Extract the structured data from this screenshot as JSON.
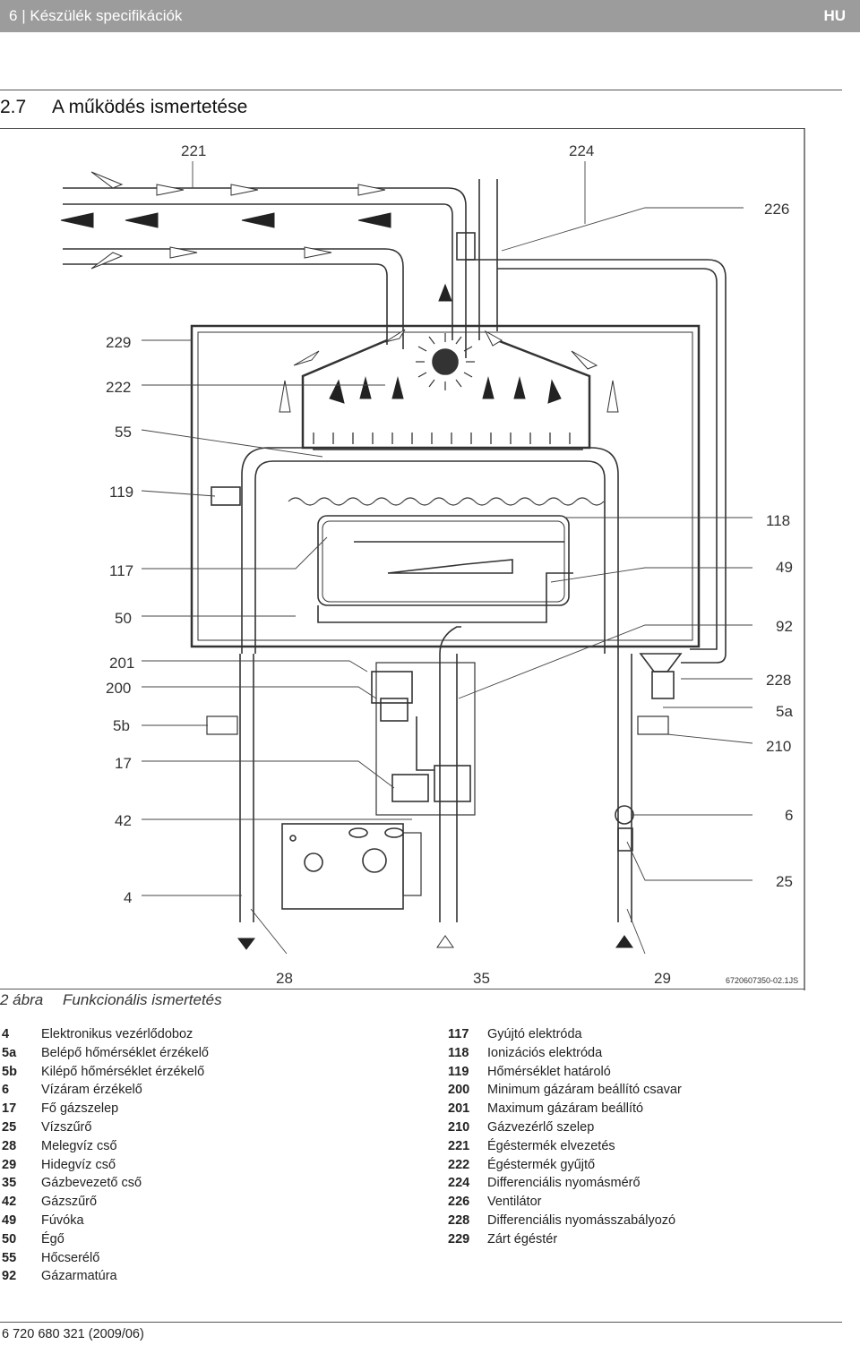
{
  "header": {
    "page_number": "6",
    "separator": "|",
    "section": "Készülék specifikációk",
    "language": "HU"
  },
  "section": {
    "number": "2.7",
    "title": "A működés ismertetése"
  },
  "diagram": {
    "code": "6720607350-02.1JS",
    "labels": {
      "l4": "4",
      "l5a": "5a",
      "l5b": "5b",
      "l6": "6",
      "l17": "17",
      "l25": "25",
      "l28": "28",
      "l29": "29",
      "l35": "35",
      "l42": "42",
      "l49": "49",
      "l50": "50",
      "l55": "55",
      "l92": "92",
      "l117": "117",
      "l118": "118",
      "l119": "119",
      "l200": "200",
      "l201": "201",
      "l210": "210",
      "l221": "221",
      "l222": "222",
      "l224": "224",
      "l226": "226",
      "l228": "228",
      "l229": "229"
    }
  },
  "figure": {
    "number": "2 ábra",
    "caption": "Funkcionális ismertetés"
  },
  "legend_left": [
    {
      "code": "4",
      "text": "Elektronikus vezérlődoboz"
    },
    {
      "code": "5a",
      "text": "Belépő hőmérséklet érzékelő"
    },
    {
      "code": "5b",
      "text": "Kilépő hőmérséklet érzékelő"
    },
    {
      "code": "6",
      "text": "Vízáram érzékelő"
    },
    {
      "code": "17",
      "text": "Fő gázszelep"
    },
    {
      "code": "25",
      "text": "Vízszűrő"
    },
    {
      "code": "28",
      "text": "Melegvíz cső"
    },
    {
      "code": "29",
      "text": "Hidegvíz cső"
    },
    {
      "code": "35",
      "text": "Gázbevezető cső"
    },
    {
      "code": "42",
      "text": "Gázszűrő"
    },
    {
      "code": "49",
      "text": "Fúvóka"
    },
    {
      "code": "50",
      "text": "Égő"
    },
    {
      "code": "55",
      "text": "Hőcserélő"
    },
    {
      "code": "92",
      "text": "Gázarmatúra"
    }
  ],
  "legend_right": [
    {
      "code": "117",
      "text": "Gyújtó elektróda"
    },
    {
      "code": "118",
      "text": "Ionizációs elektróda"
    },
    {
      "code": "119",
      "text": "Hőmérséklet határoló"
    },
    {
      "code": "200",
      "text": "Minimum gázáram beállító csavar"
    },
    {
      "code": "201",
      "text": "Maximum gázáram beállító"
    },
    {
      "code": "210",
      "text": "Gázvezérlő szelep"
    },
    {
      "code": "221",
      "text": "Égéstermék elvezetés"
    },
    {
      "code": "222",
      "text": "Égéstermék gyűjtő"
    },
    {
      "code": "224",
      "text": "Differenciális nyomásmérő"
    },
    {
      "code": "226",
      "text": "Ventilátor"
    },
    {
      "code": "228",
      "text": "Differenciális nyomásszabályozó"
    },
    {
      "code": "229",
      "text": "Zárt égéstér"
    }
  ],
  "footer": {
    "doc_number": "6 720 680 321 (2009/06)"
  }
}
